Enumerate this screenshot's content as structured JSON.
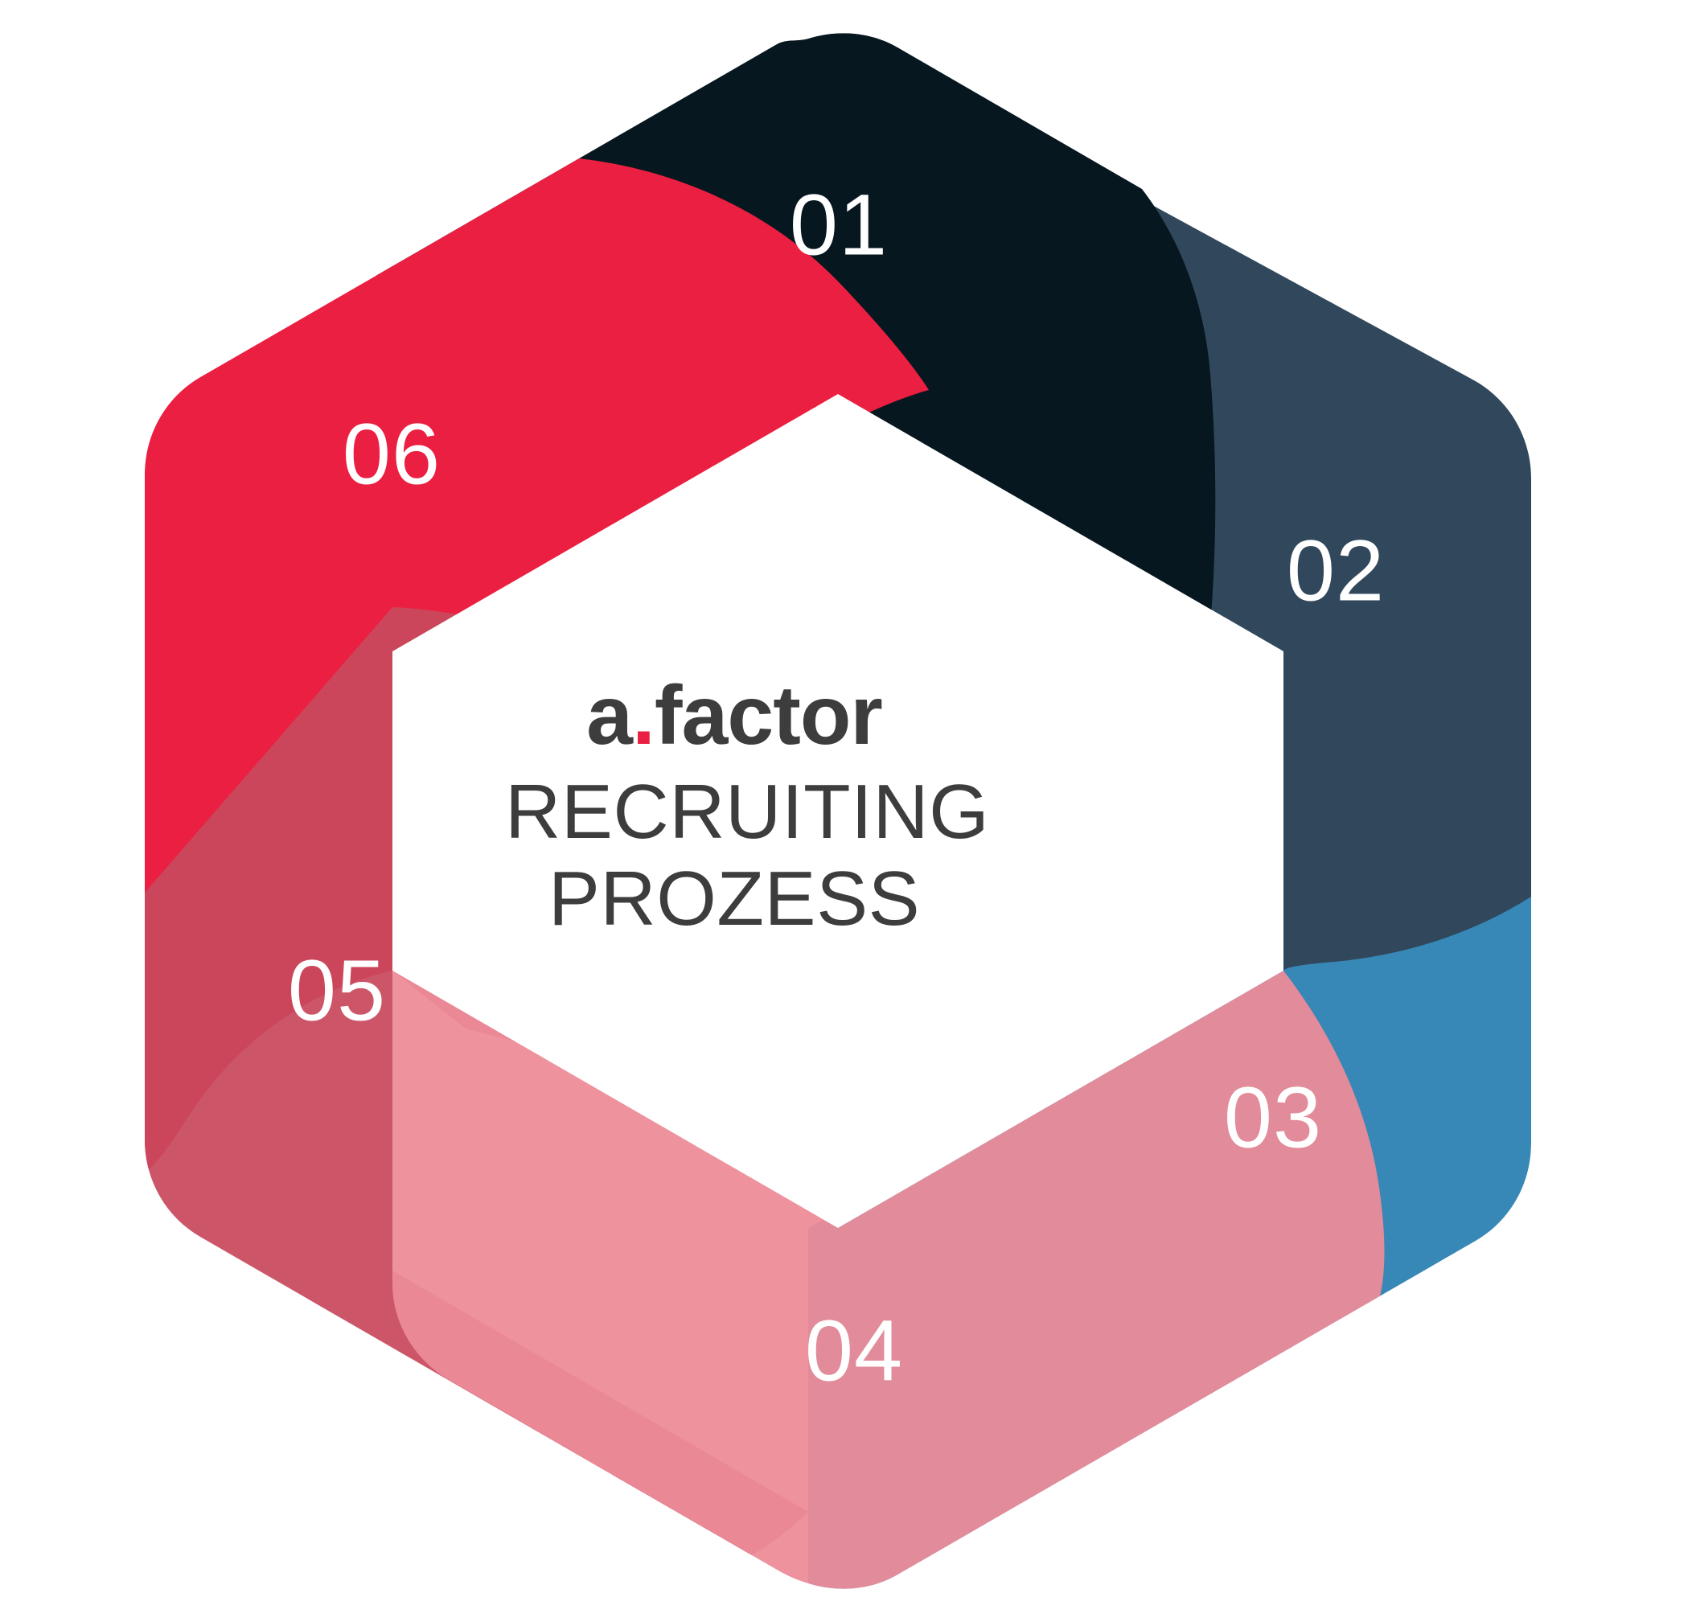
{
  "graphic": {
    "kind": "hexagon-pinwheel-infographic",
    "shape_name": "rounded-hexagon",
    "background_color": "#ffffff",
    "center_fill": "#ffffff",
    "number_text_color": "#ffffff",
    "step_count": 6
  },
  "center": {
    "brand_prefix": "a",
    "brand_dot": ".",
    "brand_suffix": "factor",
    "brand_full": "a.factor",
    "brand_dot_color": "#eb1f41",
    "brand_text_color": "#3d3d3d",
    "title_line_1": "RECRUITING",
    "title_line_2": "PROZESS",
    "title_full": "RECRUITING PROZESS"
  },
  "segments": [
    {
      "id": "01",
      "label": "01",
      "color": "#06171f",
      "color_name": "near-black-navy",
      "position": "top",
      "overlaps": "02"
    },
    {
      "id": "02",
      "label": "02",
      "color": "#31485c",
      "color_name": "slate-blue",
      "position": "top-right",
      "overlaps": "03"
    },
    {
      "id": "03",
      "label": "03",
      "color": "#3787b7",
      "color_name": "medium-blue",
      "position": "bottom-right",
      "overlaps": "none"
    },
    {
      "id": "04",
      "label": "04",
      "color": "#ed8b98",
      "color_name": "light-pink",
      "position": "bottom",
      "overlaps": "03"
    },
    {
      "id": "05",
      "label": "05",
      "color": "#c8495c",
      "color_name": "dusty-rose",
      "position": "bottom-left",
      "overlaps": "06"
    },
    {
      "id": "06",
      "label": "06",
      "color": "#eb1f41",
      "color_name": "crimson-red",
      "position": "top-left",
      "overlaps": "01"
    }
  ],
  "chart_data": {
    "type": "pie",
    "title": "a.factor RECRUITING PROZESS",
    "subtitle": "",
    "xlabel": "",
    "ylabel": "",
    "legend_position": "none",
    "grid": false,
    "categories": [
      "01",
      "02",
      "03",
      "04",
      "05",
      "06"
    ],
    "values": [
      1,
      1,
      1,
      1,
      1,
      1
    ],
    "colors": [
      "#06171f",
      "#31485c",
      "#3787b7",
      "#ed8b98",
      "#c8495c",
      "#eb1f41"
    ],
    "annotations": [
      "a.factor",
      "RECRUITING",
      "PROZESS"
    ]
  }
}
